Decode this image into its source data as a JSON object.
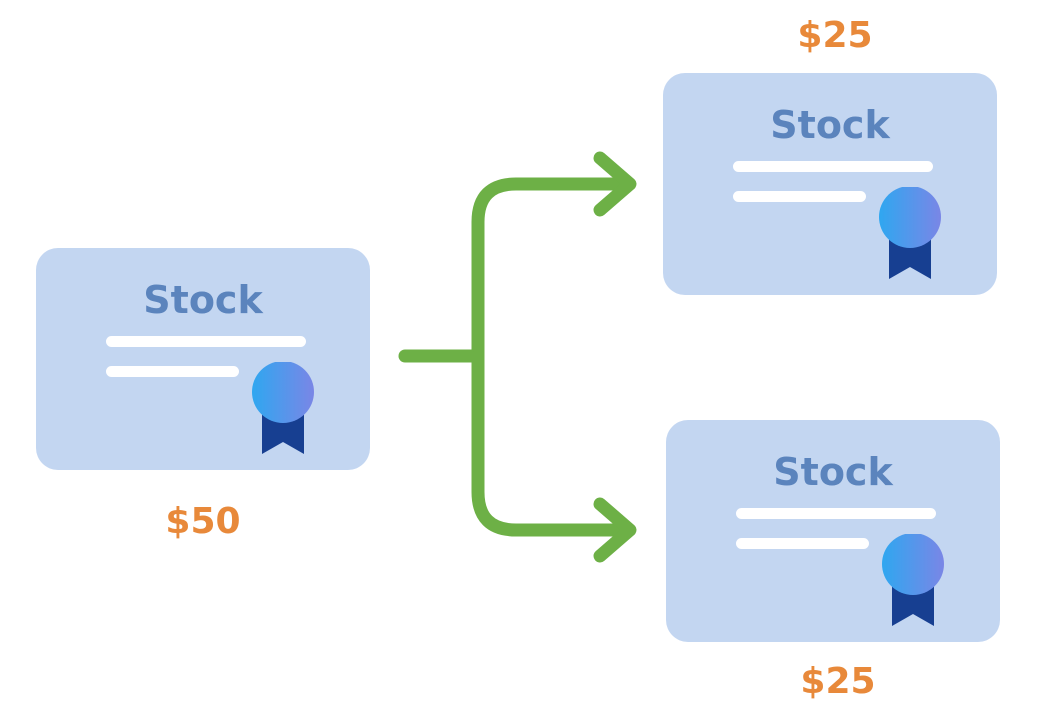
{
  "source_certificate": {
    "title": "Stock",
    "price": "$50"
  },
  "split_certificates": [
    {
      "title": "Stock",
      "price": "$25"
    },
    {
      "title": "Stock",
      "price": "$25"
    }
  ],
  "colors": {
    "certificate_fill": "#c3d6f1",
    "certificate_title": "#5b84bd",
    "price_text": "#e8893a",
    "arrow": "#6db046",
    "badge_ribbon": "#173f91",
    "badge_medal_start": "#2fa7f0",
    "badge_medal_end": "#7a86e6"
  },
  "icons": {
    "arrow": "split-arrow-icon",
    "badge": "ribbon-badge-icon"
  }
}
